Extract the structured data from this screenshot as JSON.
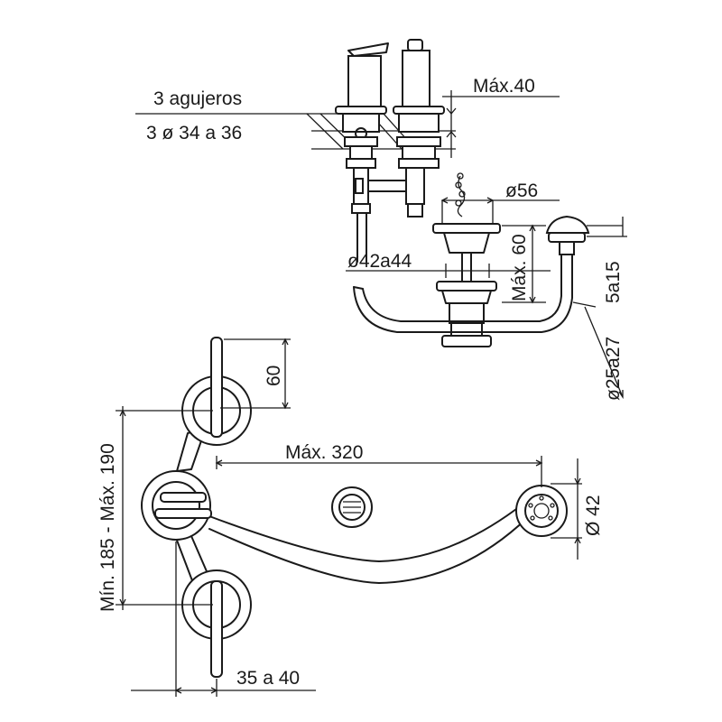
{
  "labels": {
    "holes_title": "3 agujeros",
    "holes_diameter": "3 ø 34 a 36",
    "deck_thickness": "Máx.40",
    "drain_top_diameter": "ø56",
    "drain_bottom_diameter": "ø42a44",
    "drain_height": "Máx. 60",
    "overflow_height": "5a15",
    "overflow_diameter": "ø25a27",
    "handle_offset": "60",
    "spout_reach": "Máx. 320",
    "spout_outlet_diameter": "Ø 42",
    "valve_spacing": "Mín. 185 - Máx. 190",
    "handle_distance": "35 a 40"
  }
}
